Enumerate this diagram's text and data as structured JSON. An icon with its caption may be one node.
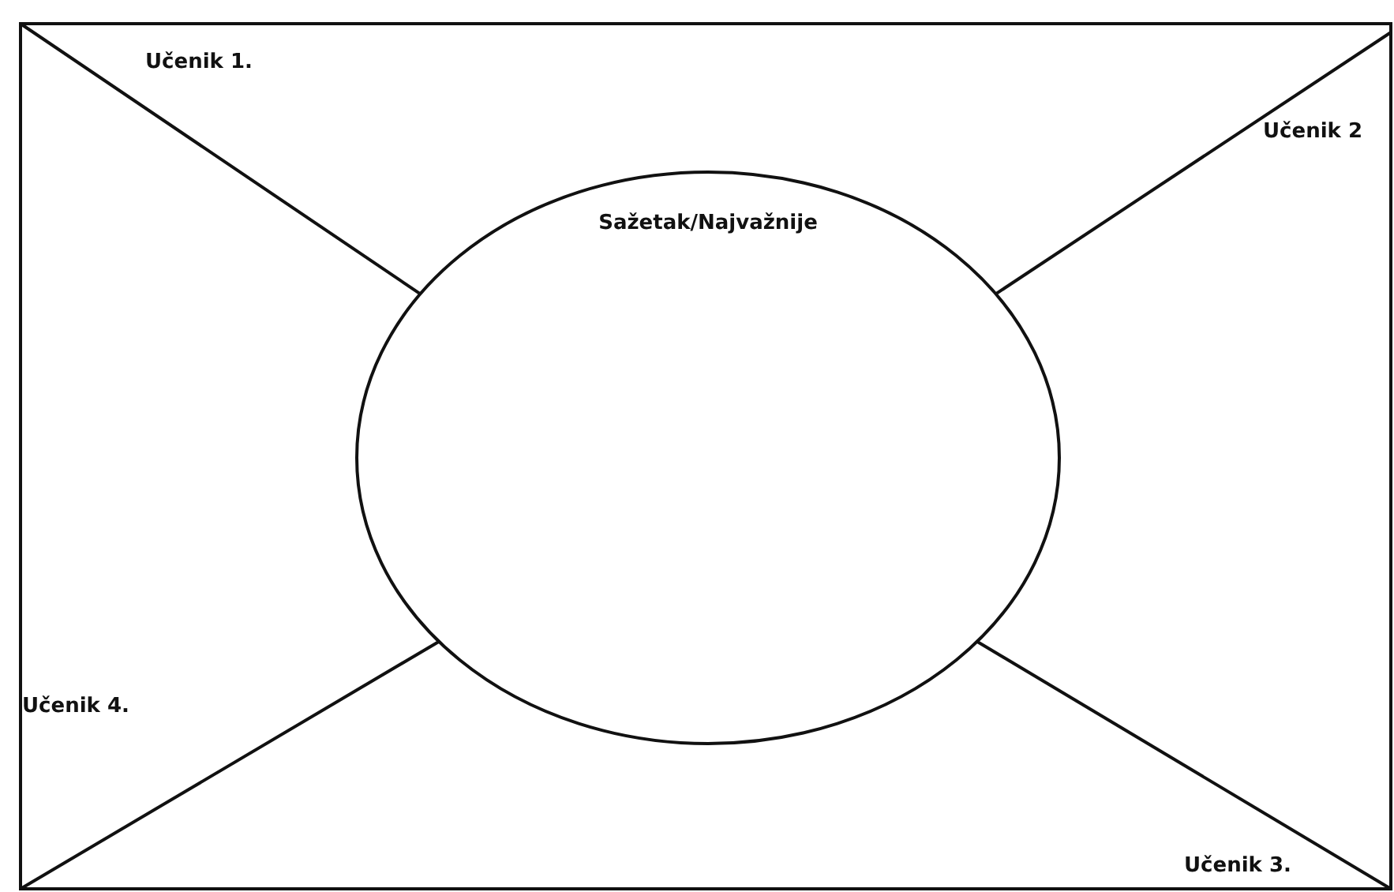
{
  "diagram": {
    "nodes": [
      {
        "text": [],
        "shape": "box"
      },
      {
        "text": [
          "Sažetak/Najvažnije"
        ],
        "in": 0
      }
    ],
    "edges": [
      {
        "from": 0,
        "to": 1,
        "arrow": "none"
      },
      {
        "from": 0,
        "to": 1,
        "arrow": "none"
      },
      {
        "from": 0,
        "to": 1,
        "arrow": "none"
      },
      {
        "from": 0,
        "to": 1,
        "arrow": "none"
      }
    ],
    "labels": [
      "Učenik 1.",
      "Učenik 2",
      "Učenik 4.",
      "Učenik 3."
    ]
  }
}
